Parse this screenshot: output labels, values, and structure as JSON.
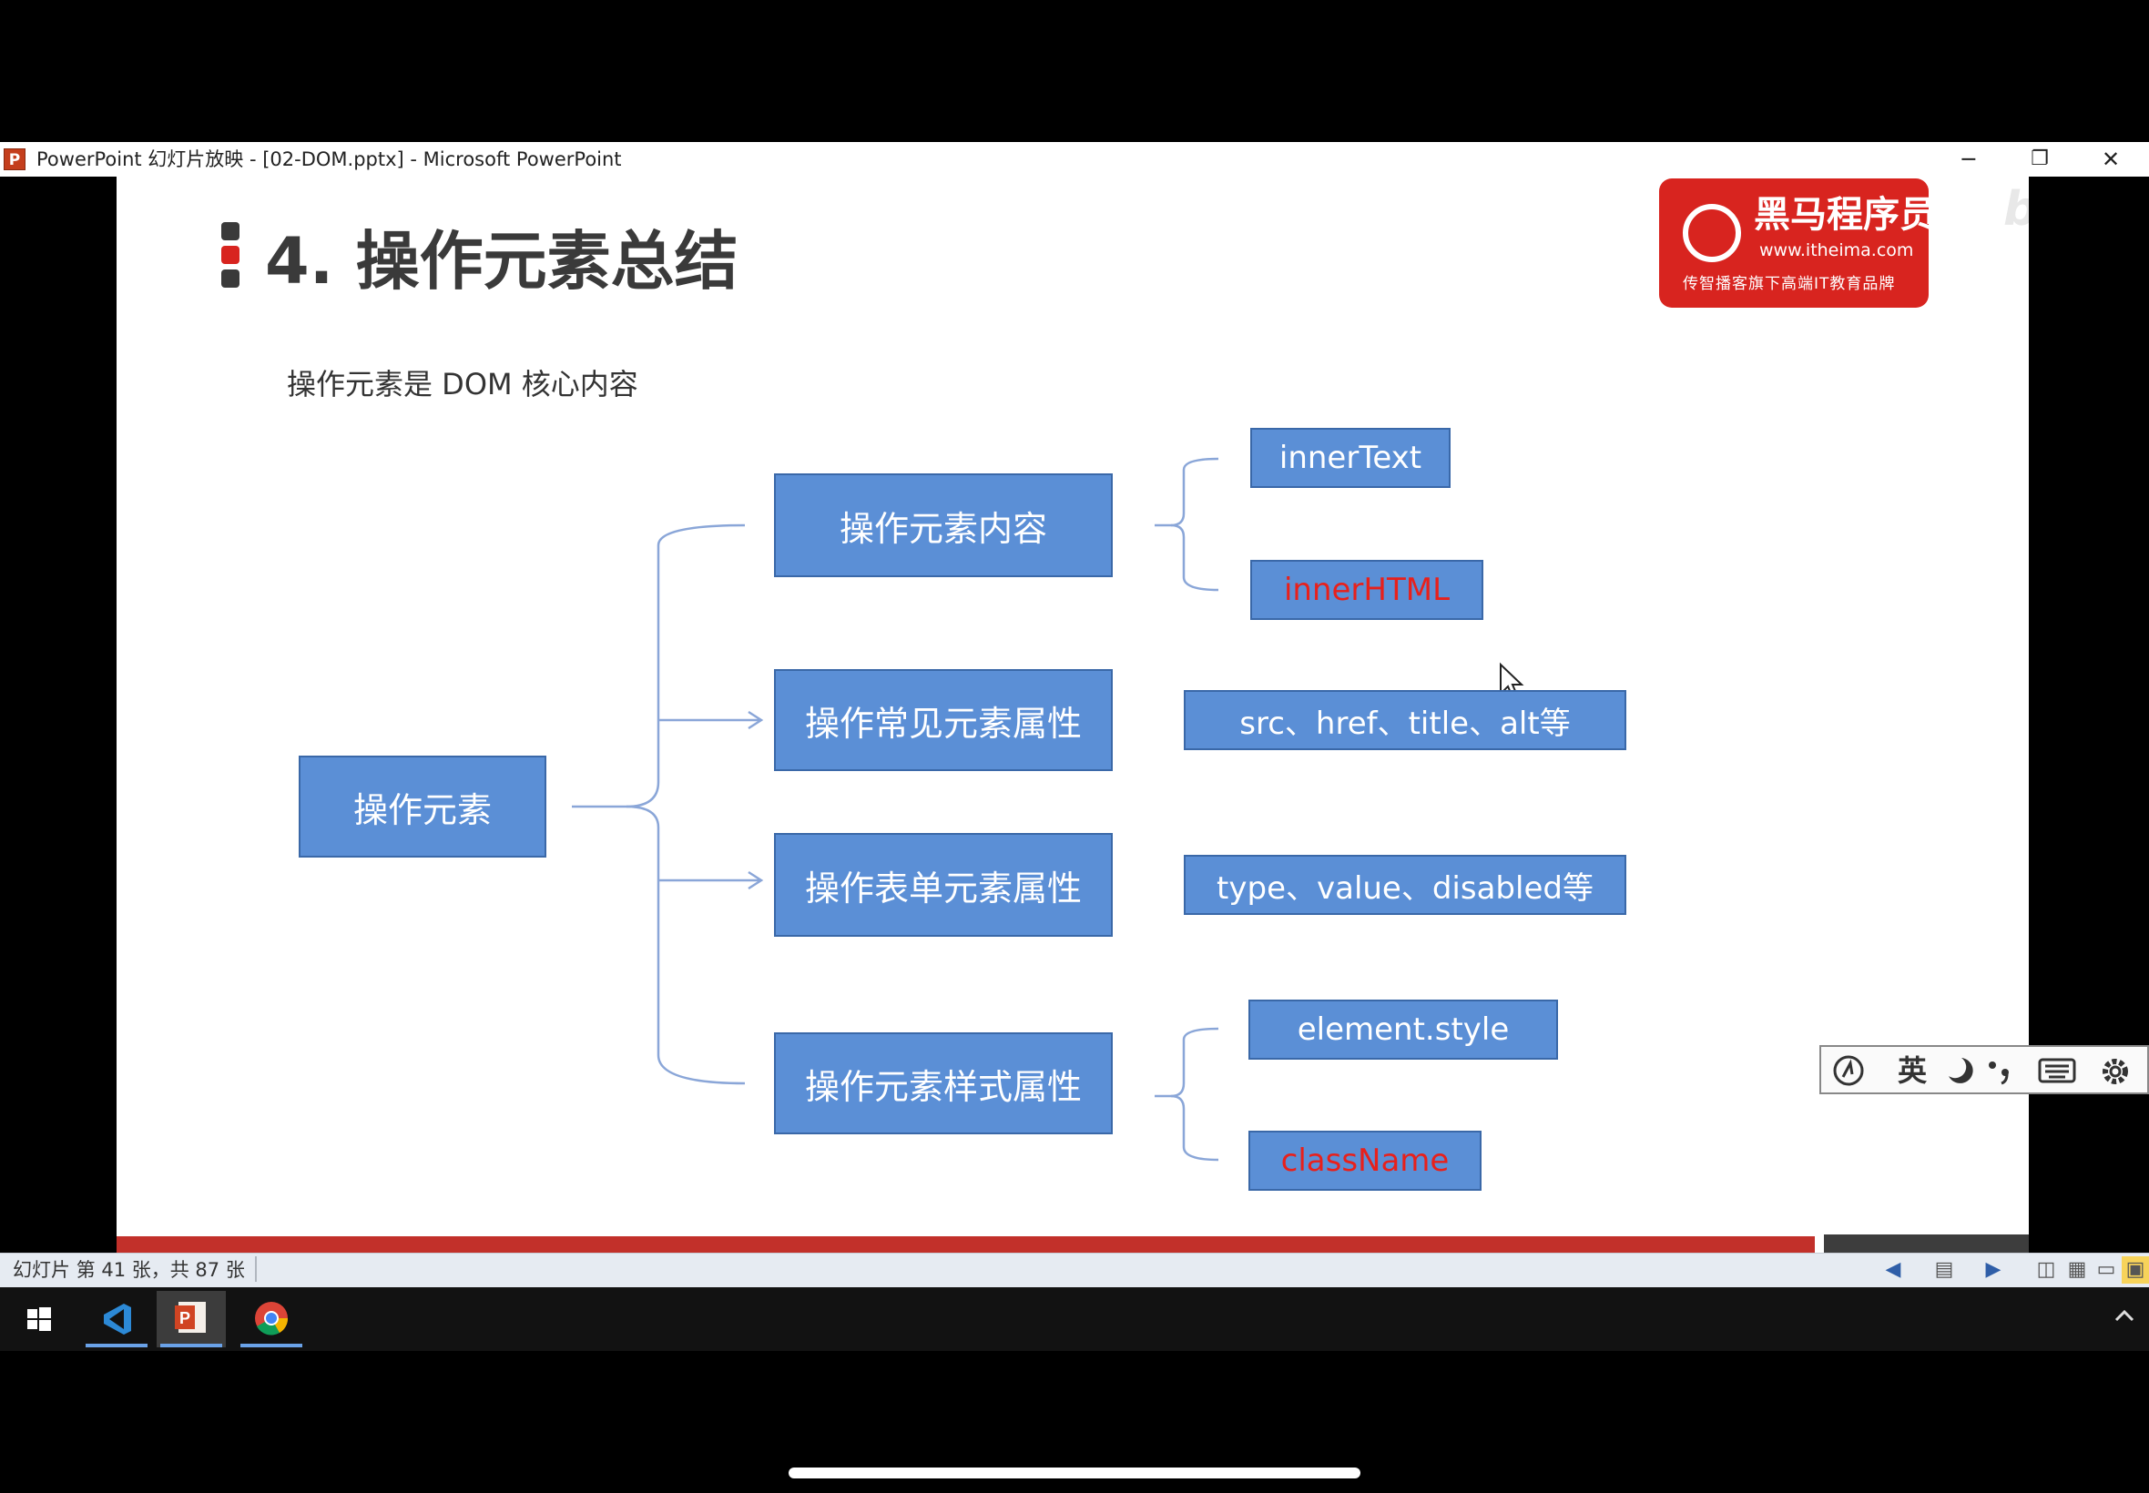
{
  "window": {
    "title": "PowerPoint 幻灯片放映 - [02-DOM.pptx] - Microsoft PowerPoint",
    "app_icon": "P",
    "minimize": "─",
    "restore": "❐",
    "close": "✕"
  },
  "slide": {
    "title": "4. 操作元素总结",
    "subtitle": "操作元素是 DOM 核心内容",
    "title_marker_colors": [
      "#3a3a3a",
      "#d8241f",
      "#3a3a3a"
    ],
    "logo": {
      "name": "黑马程序员",
      "url": "www.itheima.com",
      "tagline": "传智播客旗下高端IT教育品牌"
    },
    "watermark": "bilibili",
    "diagram": {
      "root": "操作元素",
      "branches": [
        {
          "label": "操作元素内容",
          "children": [
            {
              "label": "innerText",
              "highlight": false
            },
            {
              "label": "innerHTML",
              "highlight": true
            }
          ]
        },
        {
          "label": "操作常见元素属性",
          "children": [
            {
              "label": "src、href、title、alt等",
              "highlight": false
            }
          ]
        },
        {
          "label": "操作表单元素属性",
          "children": [
            {
              "label": "type、value、disabled等",
              "highlight": false
            }
          ]
        },
        {
          "label": "操作元素样式属性",
          "children": [
            {
              "label": "element.style",
              "highlight": false
            },
            {
              "label": "className",
              "highlight": true
            }
          ]
        }
      ],
      "colors": {
        "box_fill": "#5b8fd6",
        "box_border": "#3a68a8",
        "highlight_text": "#e8201b",
        "connector": "#8aa6d8"
      }
    }
  },
  "ime": {
    "items": [
      "ime-logo-icon",
      "英",
      "moon-icon",
      "punctuation-icon",
      "keyboard-icon",
      "settings-icon"
    ],
    "lang": "英"
  },
  "status": {
    "slide_info": "幻灯片 第 41 张，共 87 张"
  },
  "taskbar": {
    "items": [
      "windows-start-icon",
      "vscode-icon",
      "powerpoint-icon",
      "chrome-icon"
    ]
  }
}
